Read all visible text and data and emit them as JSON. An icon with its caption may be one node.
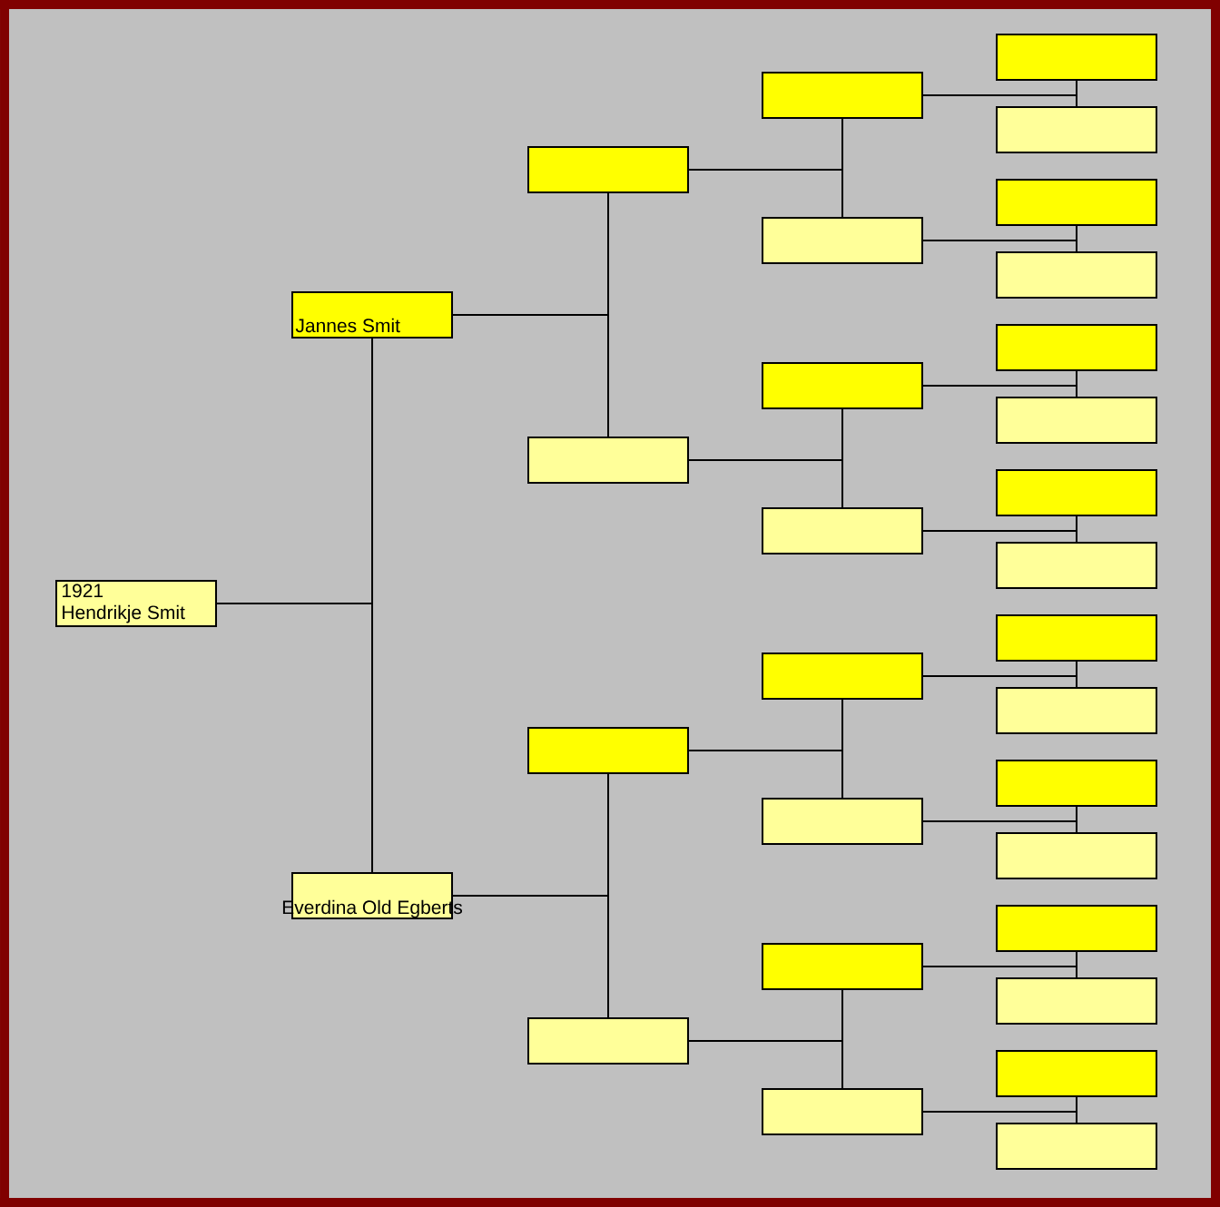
{
  "diagram": {
    "nodes": [
      {
        "text": [
          "1921",
          "Hendrikje Smit"
        ]
      },
      {
        "text": [
          "Jannes Smit"
        ]
      },
      {
        "text": [
          "Everdina Old Egberts"
        ]
      },
      {
        "text": [],
        "shape": "box"
      },
      {
        "text": [],
        "shape": "box"
      },
      {
        "text": [],
        "shape": "box"
      },
      {
        "text": [],
        "shape": "box"
      },
      {
        "text": [],
        "shape": "box"
      },
      {
        "text": [],
        "shape": "box"
      },
      {
        "text": [],
        "shape": "box"
      },
      {
        "text": [],
        "shape": "box"
      },
      {
        "text": [],
        "shape": "box"
      },
      {
        "text": [],
        "shape": "box"
      },
      {
        "text": [],
        "shape": "box"
      },
      {
        "text": [],
        "shape": "box"
      },
      {
        "text": [],
        "shape": "box"
      },
      {
        "text": [],
        "shape": "box"
      },
      {
        "text": [],
        "shape": "box"
      },
      {
        "text": [],
        "shape": "box"
      },
      {
        "text": [],
        "shape": "box"
      },
      {
        "text": [],
        "shape": "box"
      },
      {
        "text": [],
        "shape": "box"
      },
      {
        "text": [],
        "shape": "box"
      },
      {
        "text": [],
        "shape": "box"
      },
      {
        "text": [],
        "shape": "box"
      },
      {
        "text": [],
        "shape": "box"
      },
      {
        "text": [],
        "shape": "box"
      },
      {
        "text": [],
        "shape": "box"
      },
      {
        "text": [],
        "shape": "box"
      },
      {
        "text": [],
        "shape": "box"
      },
      {
        "text": [],
        "shape": "box"
      }
    ],
    "edges": [
      {
        "from": 0,
        "to": 1,
        "arrow": "none"
      },
      {
        "from": 0,
        "to": 2,
        "arrow": "none"
      },
      {
        "from": 1,
        "to": 3,
        "arrow": "none"
      },
      {
        "from": 1,
        "to": 4,
        "arrow": "none"
      },
      {
        "from": 2,
        "to": 5,
        "arrow": "none"
      },
      {
        "from": 2,
        "to": 6,
        "arrow": "none"
      },
      {
        "from": 3,
        "to": 7,
        "arrow": "none"
      },
      {
        "from": 3,
        "to": 8,
        "arrow": "none"
      },
      {
        "from": 4,
        "to": 9,
        "arrow": "none"
      },
      {
        "from": 4,
        "to": 10,
        "arrow": "none"
      },
      {
        "from": 5,
        "to": 11,
        "arrow": "none"
      },
      {
        "from": 5,
        "to": 12,
        "arrow": "none"
      },
      {
        "from": 6,
        "to": 13,
        "arrow": "none"
      },
      {
        "from": 6,
        "to": 14,
        "arrow": "none"
      },
      {
        "from": 7,
        "to": 15,
        "arrow": "none"
      },
      {
        "from": 7,
        "to": 16,
        "arrow": "none"
      },
      {
        "from": 8,
        "to": 17,
        "arrow": "none"
      },
      {
        "from": 8,
        "to": 18,
        "arrow": "none"
      },
      {
        "from": 9,
        "to": 19,
        "arrow": "none"
      },
      {
        "from": 9,
        "to": 20,
        "arrow": "none"
      },
      {
        "from": 10,
        "to": 21,
        "arrow": "none"
      },
      {
        "from": 10,
        "to": 22,
        "arrow": "none"
      },
      {
        "from": 11,
        "to": 23,
        "arrow": "none"
      },
      {
        "from": 11,
        "to": 24,
        "arrow": "none"
      },
      {
        "from": 12,
        "to": 25,
        "arrow": "none"
      },
      {
        "from": 12,
        "to": 26,
        "arrow": "none"
      },
      {
        "from": 13,
        "to": 27,
        "arrow": "none"
      },
      {
        "from": 13,
        "to": 28,
        "arrow": "none"
      },
      {
        "from": 14,
        "to": 29,
        "arrow": "none"
      },
      {
        "from": 14,
        "to": 30,
        "arrow": "none"
      }
    ]
  }
}
